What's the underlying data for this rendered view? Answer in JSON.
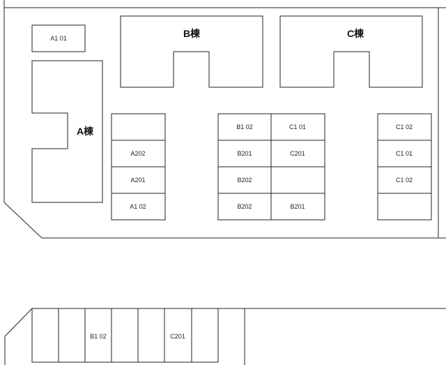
{
  "buildings": {
    "a": "A棟",
    "b": "B棟",
    "c": "C棟"
  },
  "rooms": {
    "a101": "A1 01",
    "col1": [
      "",
      "A202",
      "A201",
      "A1 02"
    ],
    "col2": [
      "B1 02",
      "B201",
      "B202",
      "B202"
    ],
    "col3": [
      "C1 01",
      "C201",
      "",
      "B201"
    ],
    "col4": [
      "C1 02",
      "C1 01",
      "C1 02",
      ""
    ],
    "lower": [
      "",
      "",
      "B1 02",
      "",
      "",
      "C201",
      "",
      ""
    ]
  }
}
